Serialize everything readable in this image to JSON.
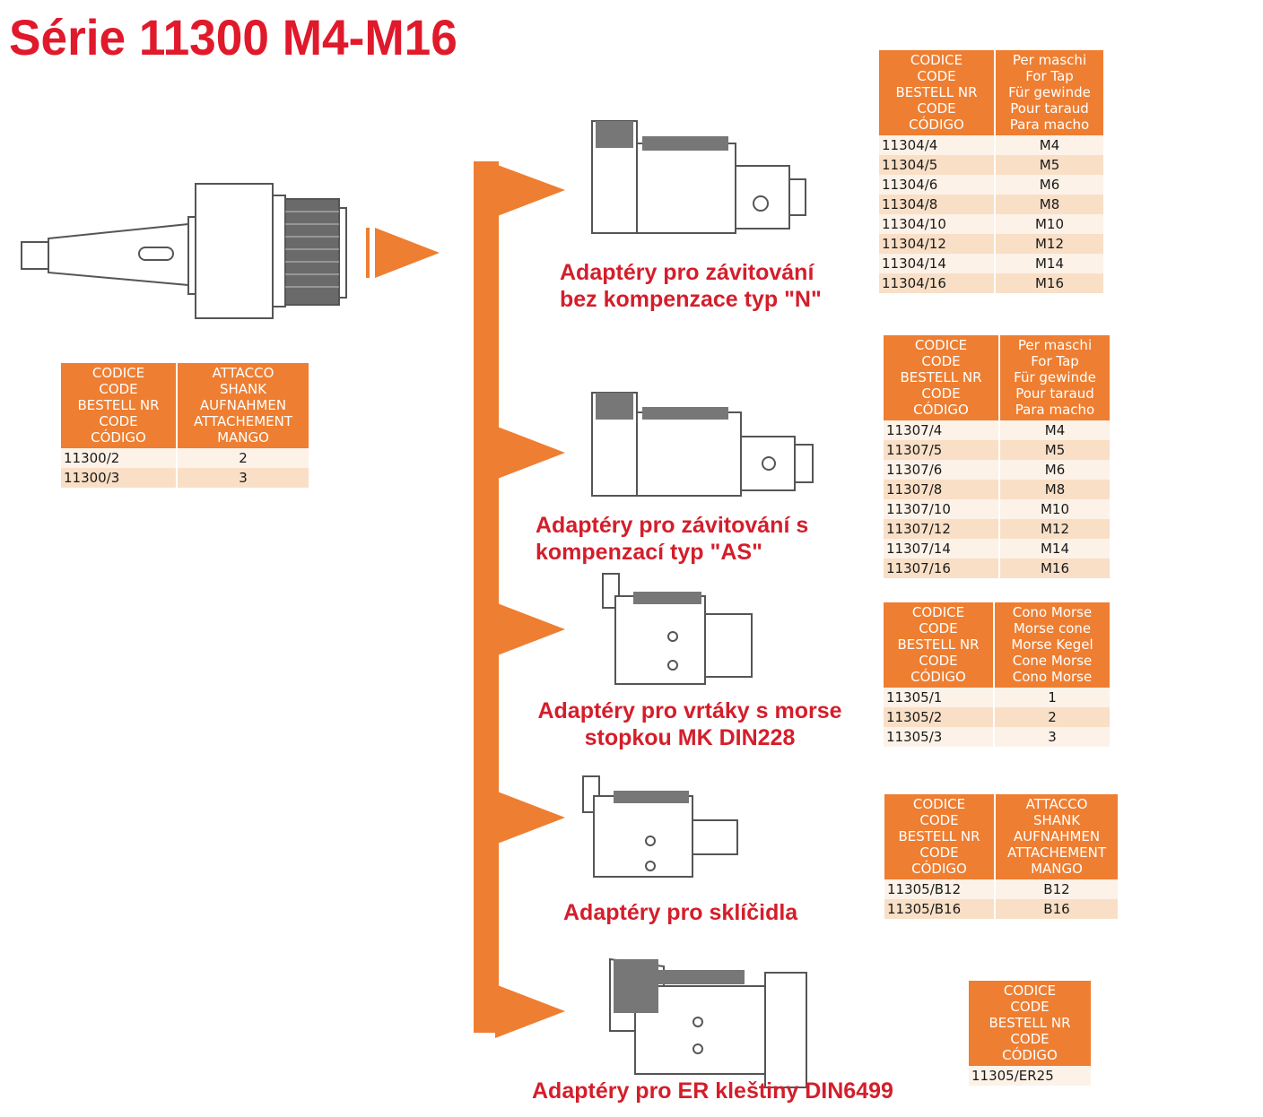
{
  "title": "Série 11300 M4-M16",
  "colors": {
    "accent": "#ee7e31",
    "title": "#e0192b",
    "caption": "#d41e2b"
  },
  "main_table": {
    "headers": [
      [
        "CODICE",
        "CODE",
        "BESTELL NR",
        "CODE",
        "CÓDIGO"
      ],
      [
        "ATTACCO",
        "SHANK",
        "AUFNAHMEN",
        "ATTACHEMENT",
        "MANGO"
      ]
    ],
    "rows": [
      [
        "11300/2",
        "2"
      ],
      [
        "11300/3",
        "3"
      ]
    ]
  },
  "adapters": [
    {
      "id": "n",
      "caption_lines": [
        "Adaptéry pro závitování",
        "bez kompenzace typ \"N\""
      ],
      "table": {
        "headers": [
          [
            "CODICE",
            "CODE",
            "BESTELL NR",
            "CODE",
            "CÓDIGO"
          ],
          [
            "Per maschi",
            "For Tap",
            "Für gewinde",
            "Pour taraud",
            "Para macho"
          ]
        ],
        "rows": [
          [
            "11304/4",
            "M4"
          ],
          [
            "11304/5",
            "M5"
          ],
          [
            "11304/6",
            "M6"
          ],
          [
            "11304/8",
            "M8"
          ],
          [
            "11304/10",
            "M10"
          ],
          [
            "11304/12",
            "M12"
          ],
          [
            "11304/14",
            "M14"
          ],
          [
            "11304/16",
            "M16"
          ]
        ]
      }
    },
    {
      "id": "as",
      "caption_lines": [
        "Adaptéry pro závitování s",
        "kompenzací typ \"AS\""
      ],
      "table": {
        "headers": [
          [
            "CODICE",
            "CODE",
            "BESTELL NR",
            "CODE",
            "CÓDIGO"
          ],
          [
            "Per maschi",
            "For Tap",
            "Für gewinde",
            "Pour taraud",
            "Para macho"
          ]
        ],
        "rows": [
          [
            "11307/4",
            "M4"
          ],
          [
            "11307/5",
            "M5"
          ],
          [
            "11307/6",
            "M6"
          ],
          [
            "11307/8",
            "M8"
          ],
          [
            "11307/10",
            "M10"
          ],
          [
            "11307/12",
            "M12"
          ],
          [
            "11307/14",
            "M14"
          ],
          [
            "11307/16",
            "M16"
          ]
        ]
      }
    },
    {
      "id": "morse",
      "caption_lines": [
        "Adaptéry pro vrtáky s morse",
        "stopkou MK DIN228"
      ],
      "table": {
        "headers": [
          [
            "CODICE",
            "CODE",
            "BESTELL NR",
            "CODE",
            "CÓDIGO"
          ],
          [
            "Cono Morse",
            "Morse cone",
            "Morse Kegel",
            "Cone Morse",
            "Cono Morse"
          ]
        ],
        "rows": [
          [
            "11305/1",
            "1"
          ],
          [
            "11305/2",
            "2"
          ],
          [
            "11305/3",
            "3"
          ]
        ]
      }
    },
    {
      "id": "chuck",
      "caption_lines": [
        "Adaptéry pro sklíčidla"
      ],
      "table": {
        "headers": [
          [
            "CODICE",
            "CODE",
            "BESTELL NR",
            "CODE",
            "CÓDIGO"
          ],
          [
            "ATTACCO",
            "SHANK",
            "AUFNAHMEN",
            "ATTACHEMENT",
            "MANGO"
          ]
        ],
        "rows": [
          [
            "11305/B12",
            "B12"
          ],
          [
            "11305/B16",
            "B16"
          ]
        ]
      }
    },
    {
      "id": "er",
      "caption_lines": [
        "Adaptéry pro ER kleštiny DIN6499"
      ],
      "table": {
        "headers": [
          [
            "CODICE",
            "CODE",
            "BESTELL NR",
            "CODE",
            "CÓDIGO"
          ]
        ],
        "rows": [
          [
            "11305/ER25"
          ]
        ]
      }
    }
  ]
}
